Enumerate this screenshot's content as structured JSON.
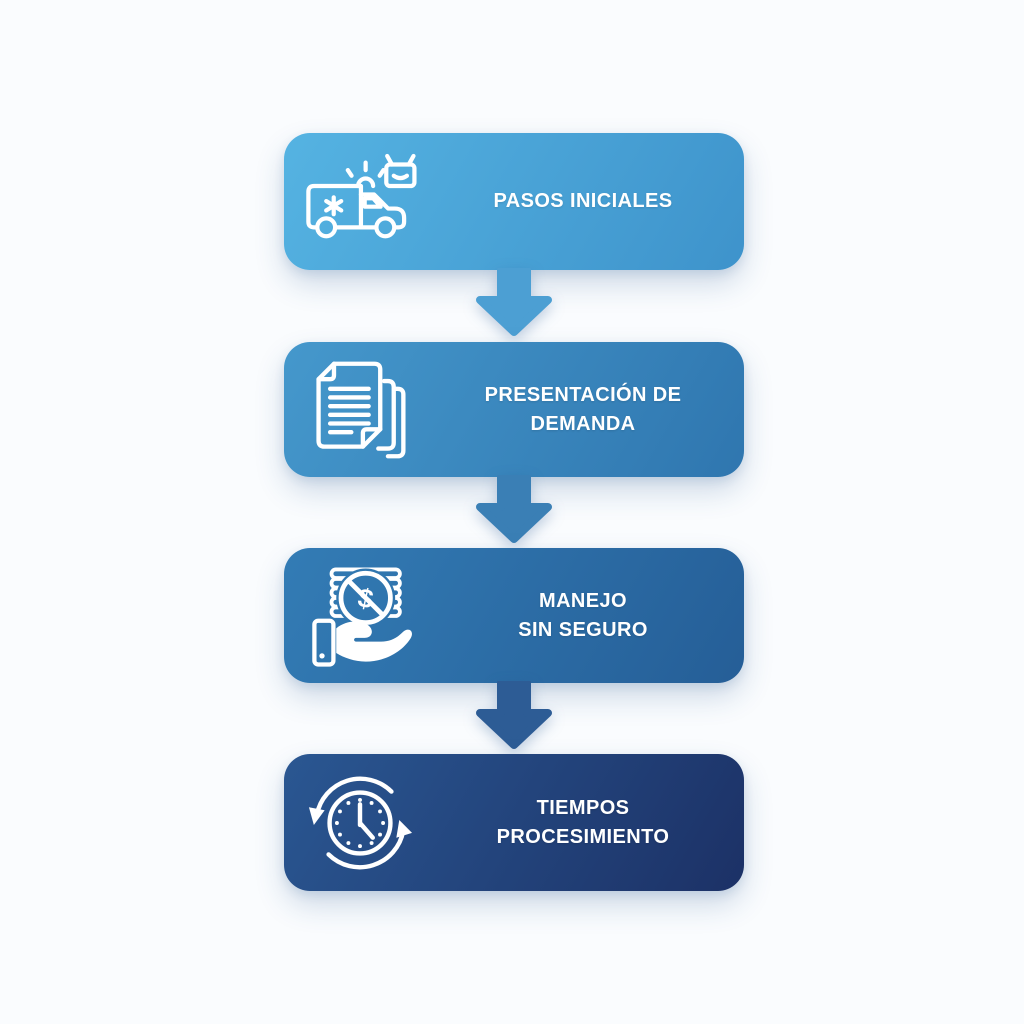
{
  "flowchart": {
    "background": "#FAFCFE",
    "text_color": "#FFFFFF",
    "steps": [
      {
        "line1": "PASOS INICIALES",
        "line2": "",
        "icon": "ambulance-icon",
        "gradient_start": "#55B3E2",
        "gradient_end": "#3E93CB"
      },
      {
        "line1": "PRESENTACIÓN DE DEMANDA",
        "line2": "",
        "icon": "documents-icon",
        "gradient_start": "#4598CC",
        "gradient_end": "#2F76AF"
      },
      {
        "line1": "MANEJO",
        "line2": "SIN SEGURO",
        "icon": "uninsured-money-hand-icon",
        "gradient_start": "#337CB5",
        "gradient_end": "#255E97"
      },
      {
        "line1": "TIEMPOS",
        "line2": "PROCESIMIENTO",
        "icon": "processing-time-clock-icon",
        "gradient_start": "#2A5792",
        "gradient_end": "#1C3166"
      }
    ],
    "arrows": [
      {
        "color": "#4C9FD3"
      },
      {
        "color": "#3A7FB5"
      },
      {
        "color": "#2D5C95"
      }
    ]
  }
}
